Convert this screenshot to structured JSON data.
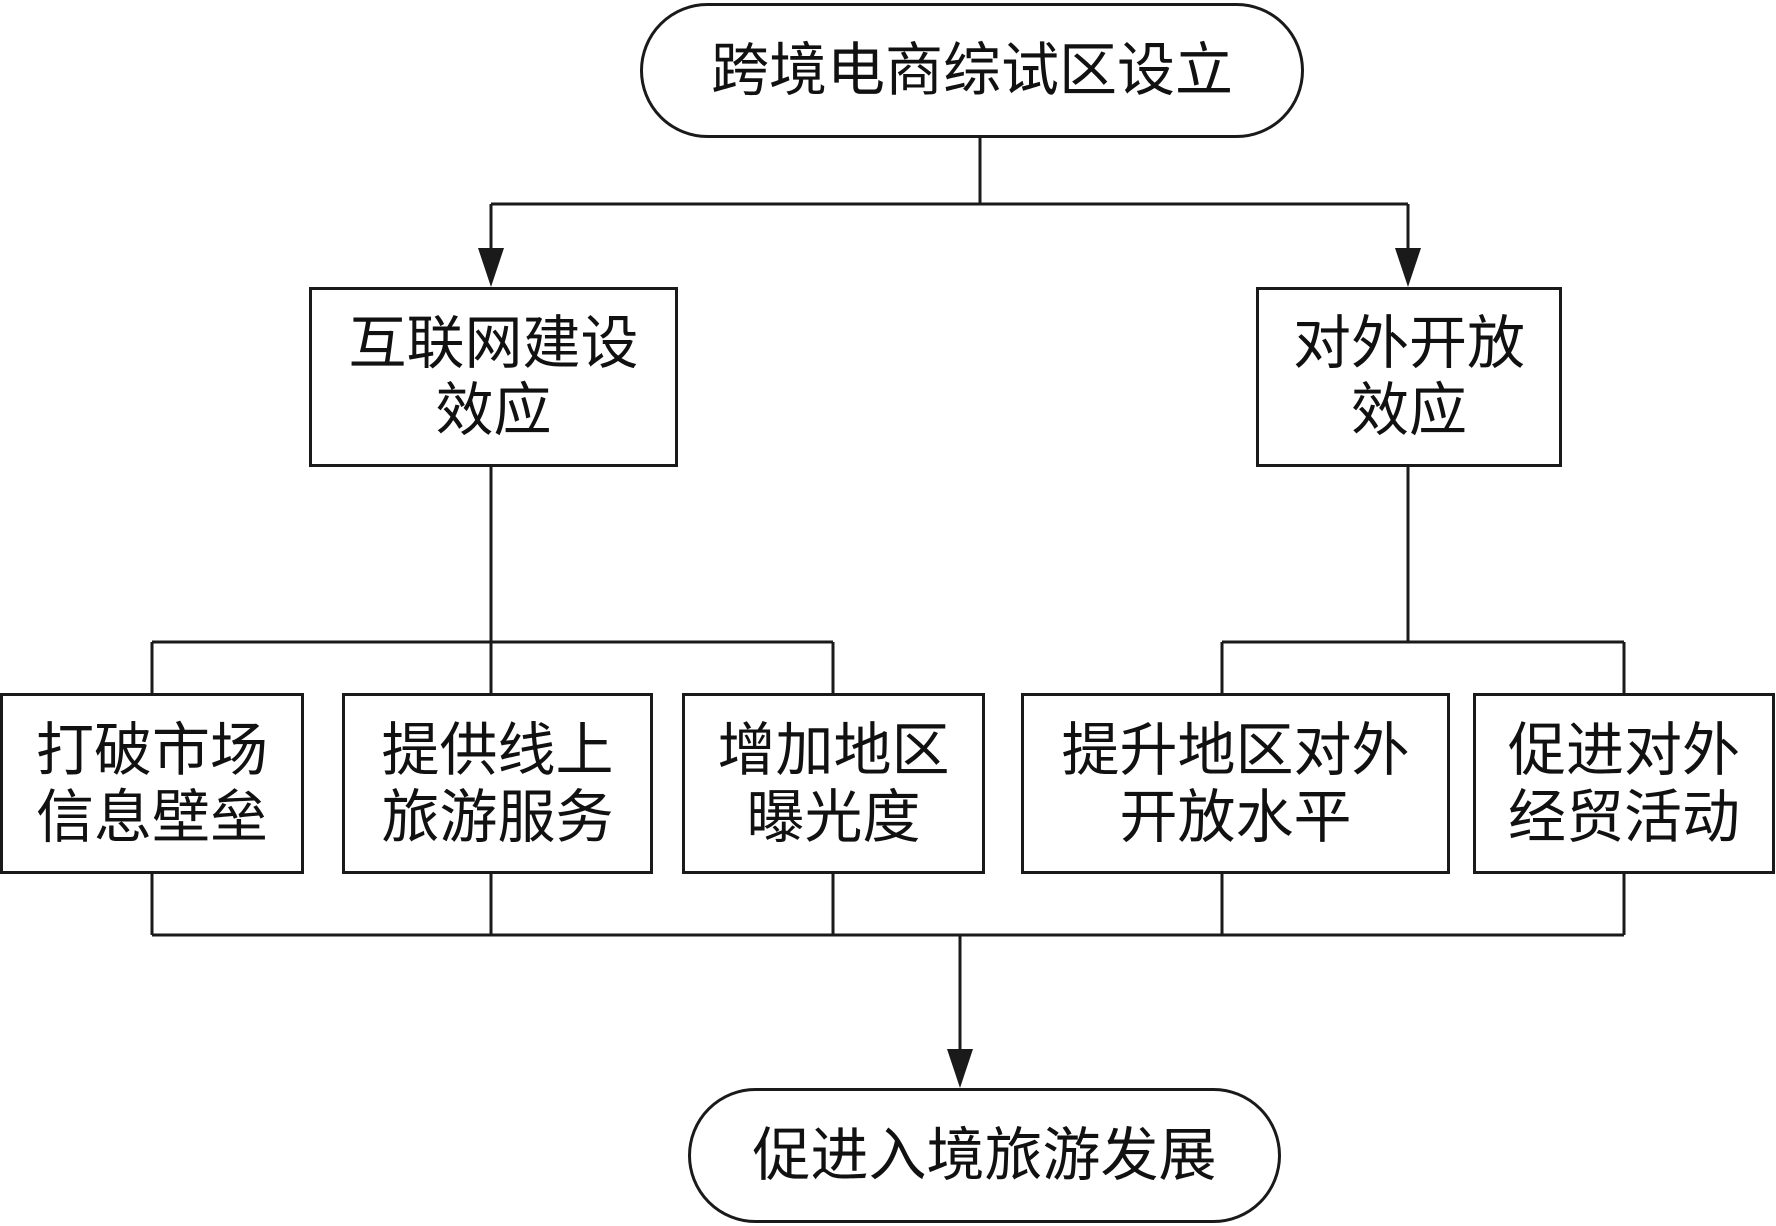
{
  "nodes": {
    "top": "跨境电商综试区设立",
    "internet_effect": "互联网建设\n效应",
    "opening_effect": "对外开放\n效应",
    "barrier": "打破市场\n信息壁垒",
    "online_service": "提供线上\n旅游服务",
    "exposure": "增加地区\n曝光度",
    "opening_level": "提升地区对外\n开放水平",
    "trade_activity": "促进对外\n经贸活动",
    "bottom": "促进入境旅游发展"
  },
  "colors": {
    "stroke": "#1a1a1a",
    "background": "#ffffff"
  }
}
